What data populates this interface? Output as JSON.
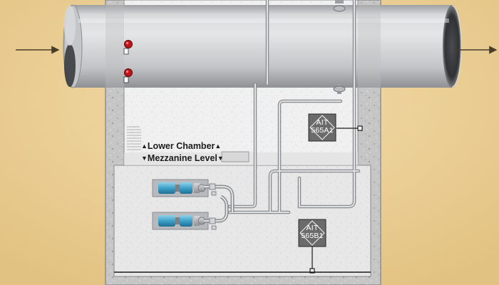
{
  "labels": {
    "lower_chamber": "Lower Chamber",
    "mezzanine_level": "Mezzanine Level"
  },
  "instruments": [
    {
      "tag": "AIT",
      "number": "565A1"
    },
    {
      "tag": "AIT",
      "number": "565B1"
    }
  ],
  "flow_arrows": [
    "flow-in-arrow",
    "flow-out-arrow"
  ],
  "icons": [
    "red-indicator-light",
    "valve-handwheel",
    "pump-motor"
  ],
  "colors": {
    "background": "#e7cb91",
    "pipe": "#c8cacc",
    "concrete": "#c5c5c5",
    "chamber_interior": "#efefef",
    "instrument_box": "#6b6b6b",
    "indicator": "#c0161b",
    "motor": "#3ea1c9"
  }
}
